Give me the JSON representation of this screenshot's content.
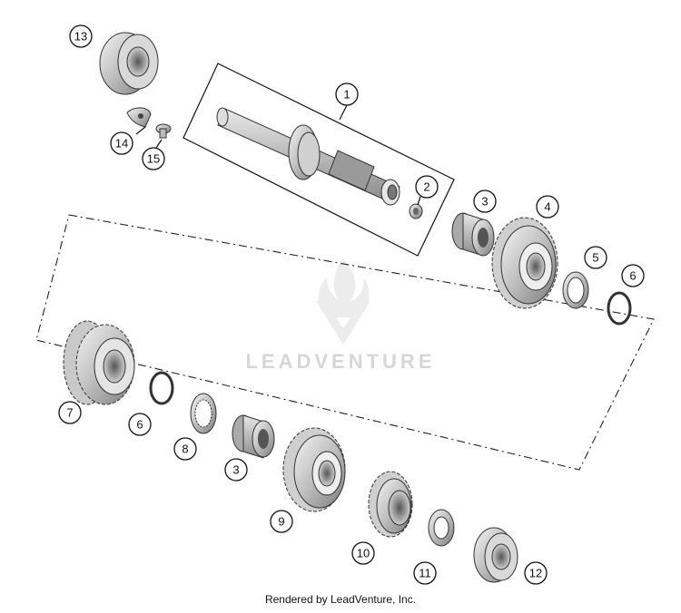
{
  "callouts": {
    "c1": "1",
    "c2": "2",
    "c3a": "3",
    "c3b": "3",
    "c4": "4",
    "c5": "5",
    "c6a": "6",
    "c6b": "6",
    "c7": "7",
    "c8": "8",
    "c9": "9",
    "c10": "10",
    "c11": "11",
    "c12": "12",
    "c13": "13",
    "c14": "14",
    "c15": "15"
  },
  "watermark": {
    "text": "LEADVENTURE"
  },
  "footer": {
    "text": "Rendered by LeadVenture, Inc."
  }
}
